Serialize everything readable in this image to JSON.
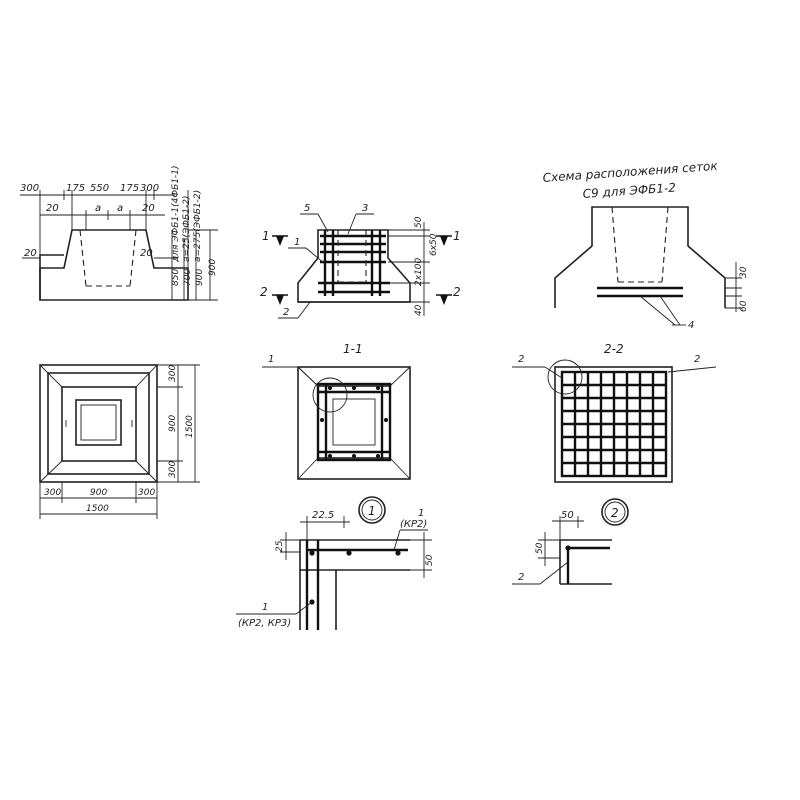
{
  "title": {
    "line1": "Схема расположения сеток",
    "line2": "С9 для ЭФБ1-2"
  },
  "elevation": {
    "dims_top": [
      "300",
      "175",
      "550",
      "175",
      "300"
    ],
    "dims_second": [
      "20",
      "a",
      "a",
      "20"
    ],
    "dim_left": "20",
    "dim_right": "20",
    "dims_vertical": [
      "850",
      "700",
      "900",
      "900"
    ],
    "vertical_note_lines": [
      "для ЭФБ1-1(4ФБ1-1)",
      "а=25(ЭФБ1-2)",
      "а=275(ЭФБ1-2)"
    ]
  },
  "plan": {
    "dims_right": [
      "300",
      "900",
      "300"
    ],
    "dim_right_total": "1500",
    "dims_bottom": [
      "300",
      "900",
      "300"
    ],
    "dim_bottom_total": "1500"
  },
  "section": {
    "cut_marks": [
      "1",
      "1",
      "2",
      "2"
    ],
    "callouts": [
      "5",
      "3",
      "1",
      "2"
    ],
    "dims_right": [
      "50",
      "6x50",
      "2x100",
      "40"
    ]
  },
  "section_1_1": {
    "title": "1-1",
    "callout": "1"
  },
  "scheme": {
    "dims_right": [
      "30",
      "60"
    ],
    "callout": "4"
  },
  "section_2_2": {
    "title": "2-2",
    "callout_left": "2",
    "callout_right": "2"
  },
  "detail_1": {
    "circle_label": "1",
    "dim_top": "22.5",
    "dim_left": "25",
    "dim_right": "50",
    "callout_top": "1",
    "note_top": "(КР2)",
    "callout_bottom": "1",
    "note_bottom": "(КР2, КР3)"
  },
  "detail_2": {
    "circle_label": "2",
    "dim_top": "50",
    "dim_left": "50",
    "callout": "2"
  }
}
